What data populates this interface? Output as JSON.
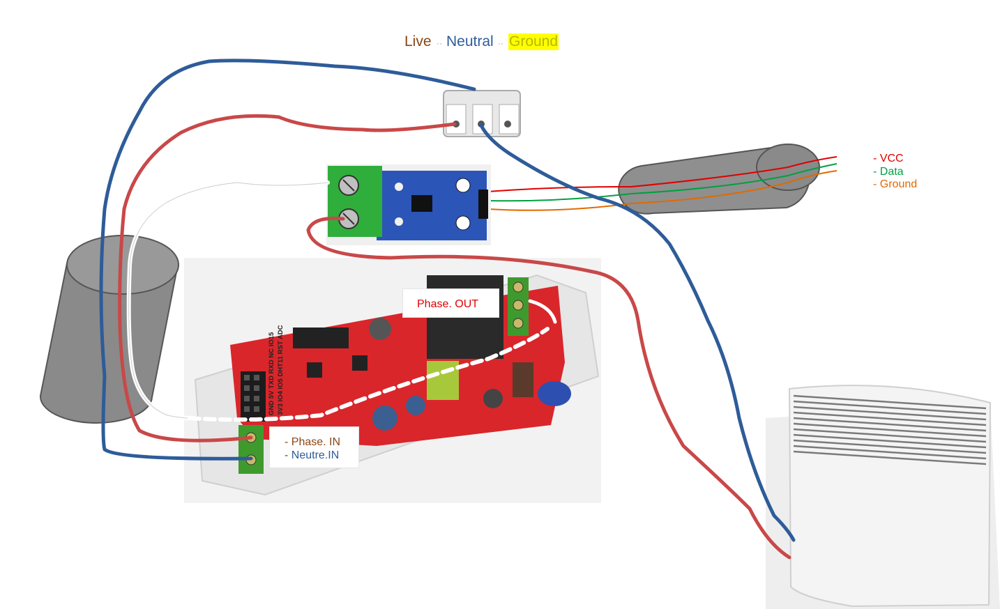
{
  "legend": {
    "live": "Live",
    "neutral": "Neutral",
    "ground": "Ground",
    "live_color": "#8b4513",
    "neutral_color": "#2e5c99",
    "ground_highlight": "#ffff00"
  },
  "sensor_wires": {
    "vcc": "- VCC",
    "data": "- Data",
    "ground": "- Ground",
    "vcc_color": "#e00000",
    "data_color": "#00a040",
    "ground_color": "#e06a00"
  },
  "relay_board": {
    "phase_out": "Phase. OUT",
    "phase_in": "- Phase. IN",
    "neutre_in": "- Neutre.IN",
    "pin_row_1": "GND 5V TXD RXD NC IO15",
    "pin_row_2": "3V3 IO4 IO5 DHT11 RST ADC"
  },
  "colors": {
    "live_wire": "#c94848",
    "neutral_wire": "#2e5c99",
    "board_red": "#d9262b",
    "terminal_green": "#2fae3c",
    "module_blue": "#2b56b8",
    "enclosure_grey": "#8a8a8a"
  },
  "icons": {
    "terminal_block": "terminal-block-icon",
    "current_sensor": "current-sensor-icon",
    "relay_board": "relay-board-icon",
    "heater": "radiator-heater-icon",
    "ceiling_box": "ceiling-box-icon",
    "sensor_cable": "sensor-cable-icon"
  }
}
